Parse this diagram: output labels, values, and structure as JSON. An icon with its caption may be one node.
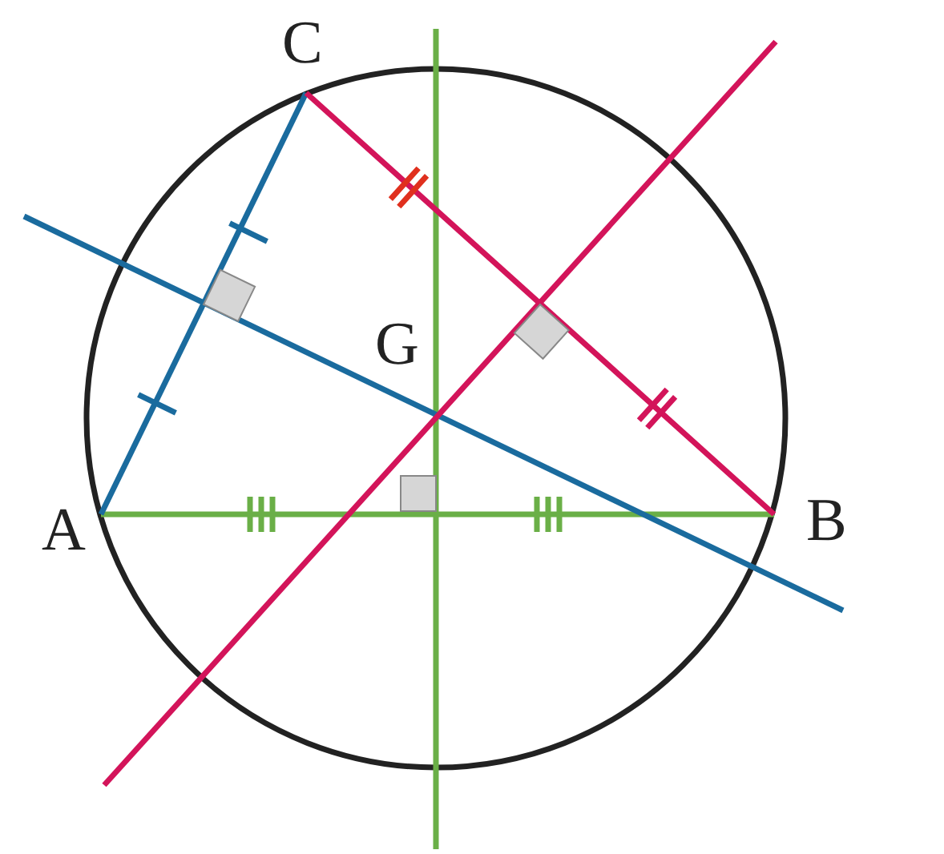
{
  "diagram": {
    "labels": [
      "C",
      "G",
      "A",
      "B"
    ]
  }
}
